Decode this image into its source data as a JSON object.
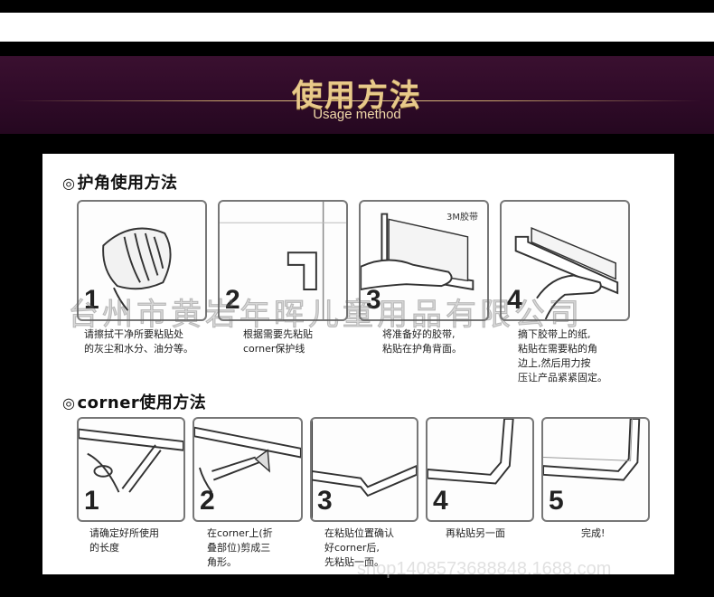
{
  "banner": {
    "title": "使用方法",
    "subtitle": "Usage method"
  },
  "section1": {
    "bullet": "◎",
    "title": "护角使用方法",
    "steps": [
      {
        "num": "1",
        "caption": [
          "请擦拭干净所要粘贴处",
          "的灰尘和水分、油分等。"
        ]
      },
      {
        "num": "2",
        "caption": [
          "根据需要先粘贴",
          "corner保护线"
        ]
      },
      {
        "num": "3",
        "tag": "3M胶带",
        "caption": [
          "将准备好的胶带,",
          "粘贴在护角背面。"
        ]
      },
      {
        "num": "4",
        "caption": [
          "摘下胶带上的纸,",
          "粘贴在需要粘的角",
          "边上,然后用力按",
          "压让产品紧紧固定。"
        ]
      }
    ]
  },
  "section2": {
    "bullet": "◎",
    "title": "corner使用方法",
    "steps": [
      {
        "num": "1",
        "caption": [
          "请确定好所使用",
          "的长度"
        ]
      },
      {
        "num": "2",
        "caption": [
          "在corner上(折",
          "叠部位)剪成三",
          "角形。"
        ]
      },
      {
        "num": "3",
        "caption": [
          "在粘贴位置确认",
          "好corner后,",
          "先粘贴一面。"
        ]
      },
      {
        "num": "4",
        "caption": [
          "再粘贴另一面"
        ]
      },
      {
        "num": "5",
        "caption": [
          "完成!"
        ]
      }
    ]
  },
  "watermark": "台州市黄岩年晖儿童用品有限公司",
  "url_watermark": "shop1408573688848.1688.com"
}
